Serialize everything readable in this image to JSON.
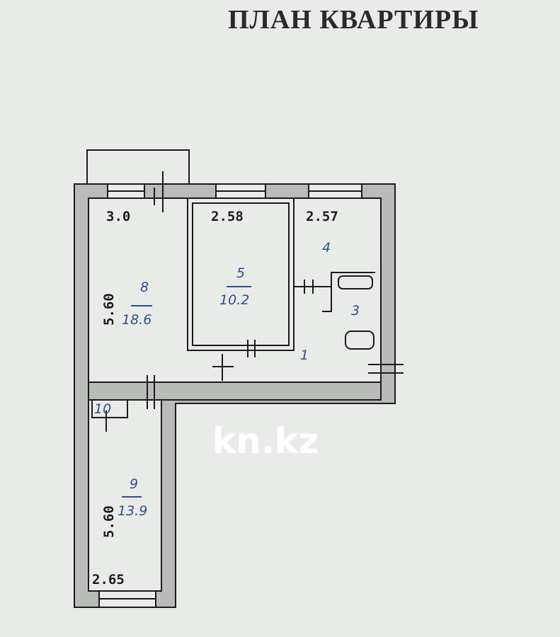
{
  "title": "ПЛАН КВАРТИРЫ",
  "watermark": "kn.kz",
  "dimensions": {
    "room8_width": "3.0",
    "room5_width": "2.58",
    "room4_width": "2.57",
    "room8_length": "5.60",
    "room9_length": "5.60",
    "room9_width": "2.65"
  },
  "rooms": {
    "r8": {
      "number": "8",
      "area": "18.6"
    },
    "r5": {
      "number": "5",
      "area": "10.2"
    },
    "r4": {
      "number": "4"
    },
    "r3": {
      "number": "3"
    },
    "r1": {
      "number": "1"
    },
    "r9": {
      "number": "9",
      "area": "13.9"
    },
    "r10": {
      "number": "10"
    }
  },
  "colors": {
    "wall_fill": "#b9bbb9",
    "line": "#1a1a1a",
    "room_labels": "#2f4f8a",
    "paper": "#e9ebe9"
  }
}
